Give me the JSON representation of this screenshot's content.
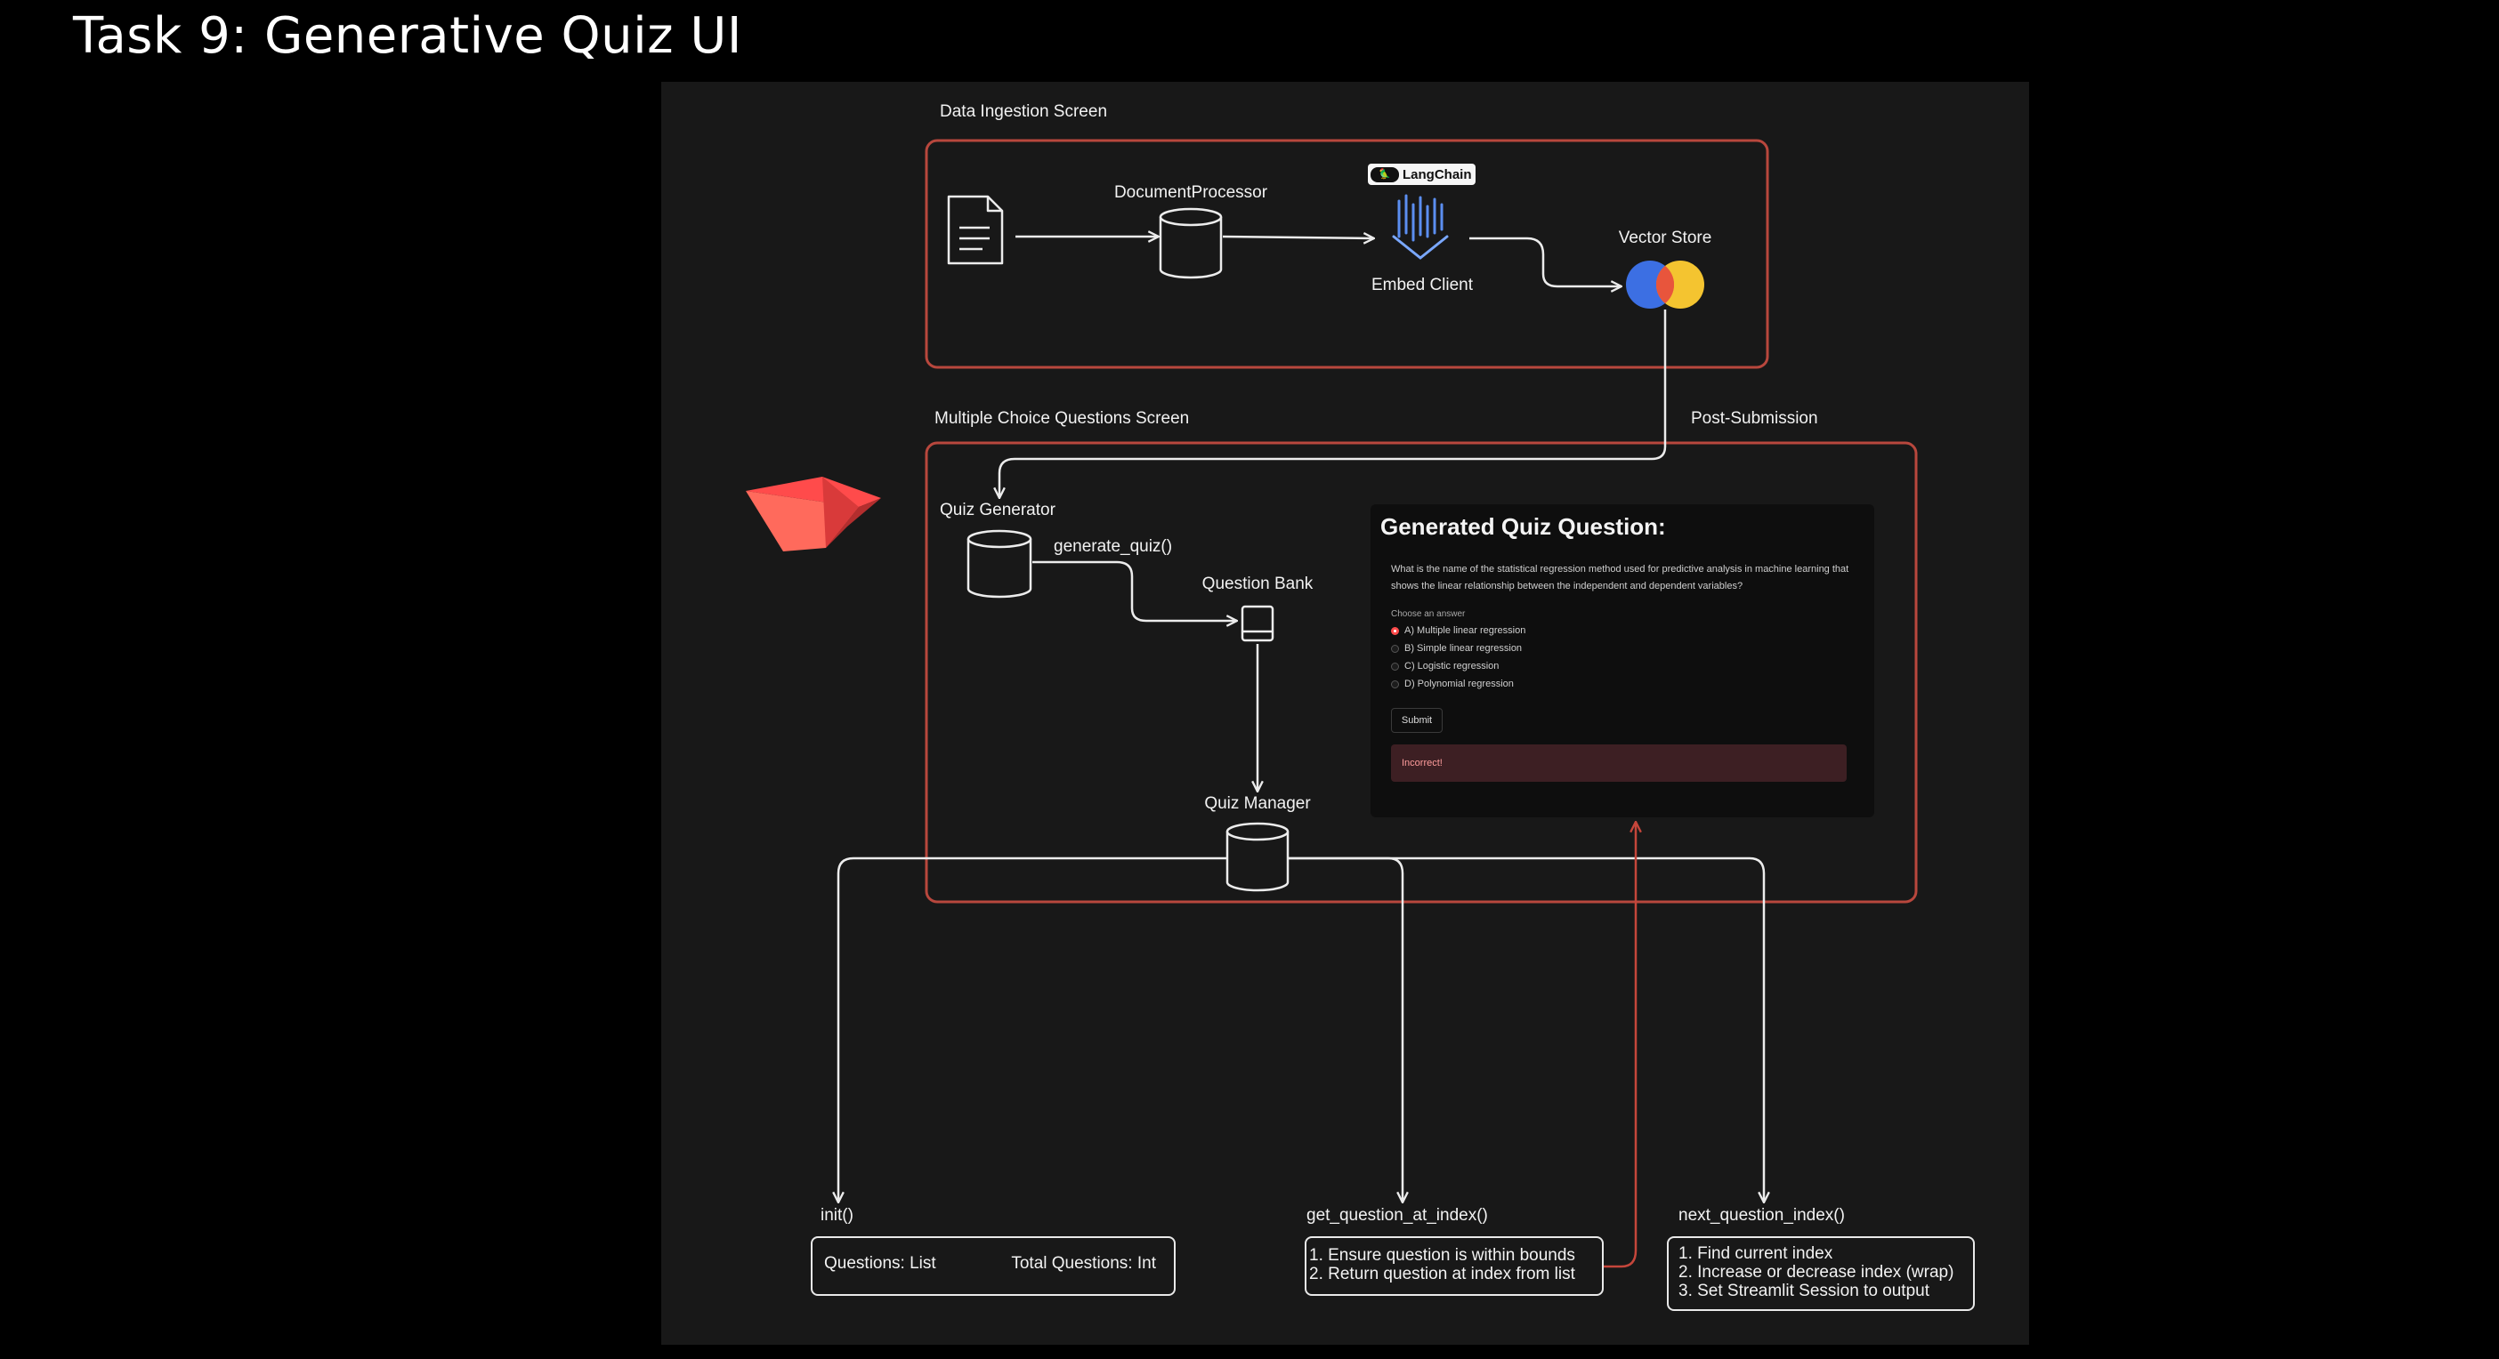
{
  "slide": {
    "title": "Task 9: Generative Quiz UI"
  },
  "sections": {
    "ingestion": "Data Ingestion Screen",
    "mcq": "Multiple Choice Questions Screen",
    "post_submission": "Post-Submission"
  },
  "nodes": {
    "document_processor": "DocumentProcessor",
    "langchain_badge": "LangChain",
    "embed_client": "Embed Client",
    "vector_store": "Vector Store",
    "quiz_generator": "Quiz Generator",
    "generate_quiz": "generate_quiz()",
    "question_bank": "Question Bank",
    "quiz_manager": "Quiz Manager"
  },
  "quiz": {
    "title": "Generated Quiz Question:",
    "question": "What is the name of the statistical regression method used for predictive analysis in machine learning that shows the linear relationship between the independent and dependent variables?",
    "choose_label": "Choose an answer",
    "options": [
      "A) Multiple linear regression",
      "B) Simple linear regression",
      "C) Logistic regression",
      "D) Polynomial regression"
    ],
    "submit_label": "Submit",
    "feedback": "Incorrect!"
  },
  "methods": {
    "init": {
      "name": "init()",
      "left": "Questions: List",
      "right": "Total Questions: Int"
    },
    "get_question": {
      "name": "get_question_at_index()",
      "items": [
        "1. Ensure question is within bounds",
        "2. Return question at index from list"
      ]
    },
    "next_question": {
      "name": "next_question_index()",
      "items": [
        "1. Find current index",
        "2. Increase or decrease index (wrap)",
        "3. Set Streamlit Session to output"
      ]
    }
  },
  "colors": {
    "section_border": "#b8473d",
    "arrow": "#ececec",
    "feedback_arrow": "#c5463b",
    "streamlit_red": "#ff4b4b",
    "venn_blue": "#3c6fe3",
    "venn_yellow": "#f4c430",
    "venn_red": "#e8553c"
  }
}
